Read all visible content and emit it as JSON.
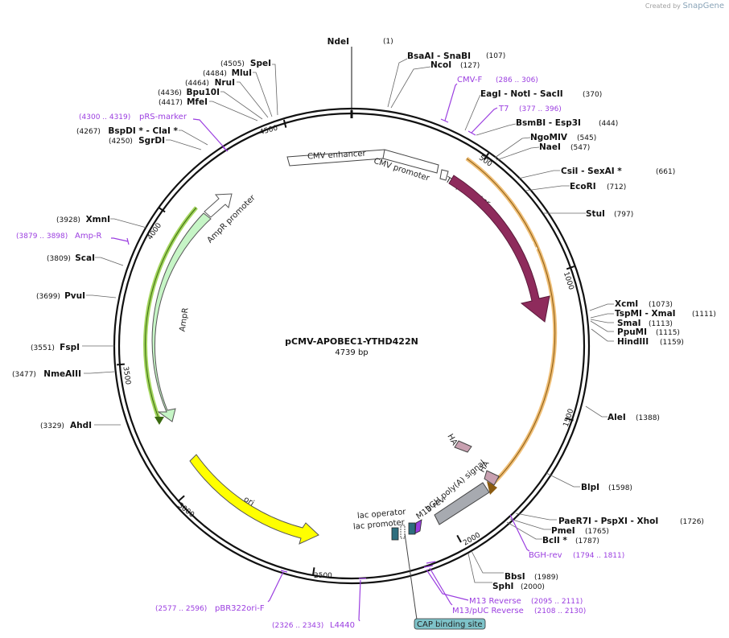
{
  "header": {
    "created_by": "Created by",
    "brand": "SnapGene"
  },
  "plasmid": {
    "name": "pCMV-APOBEC1-YTHD422N",
    "size_label": "4739 bp",
    "size": 4739
  },
  "ticks": [
    "500",
    "1000",
    "1500",
    "2000",
    "2500",
    "3000",
    "3500",
    "4000",
    "4500"
  ],
  "sites": [
    {
      "label": "NdeI",
      "pos": "(1)"
    },
    {
      "label": "BsaAI   - SnaBI",
      "pos": "(107)"
    },
    {
      "label": "NcoI",
      "pos": "(127)"
    },
    {
      "label": "EagI   - NotI   - SacII",
      "pos": "(370)"
    },
    {
      "label": "BsmBI   - Esp3I",
      "pos": "(444)"
    },
    {
      "label": "NgoMIV",
      "pos": "(545)"
    },
    {
      "label": "NaeI",
      "pos": "(547)"
    },
    {
      "label": "CsiI   - SexAI *",
      "pos": "(661)"
    },
    {
      "label": "EcoRI",
      "pos": "(712)"
    },
    {
      "label": "StuI",
      "pos": "(797)"
    },
    {
      "label": "XcmI",
      "pos": "(1073)"
    },
    {
      "label": "TspMI   - XmaI",
      "pos": "(1111)"
    },
    {
      "label": "SmaI",
      "pos": "(1113)"
    },
    {
      "label": "PpuMI",
      "pos": "(1115)"
    },
    {
      "label": "HindIII",
      "pos": "(1159)"
    },
    {
      "label": "AleI",
      "pos": "(1388)"
    },
    {
      "label": "BlpI",
      "pos": "(1598)"
    },
    {
      "label": "PaeR7I   - PspXI   - XhoI",
      "pos": "(1726)"
    },
    {
      "label": "PmeI",
      "pos": "(1765)"
    },
    {
      "label": "BclI *",
      "pos": "(1787)"
    },
    {
      "label": "BbsI",
      "pos": "(1989)"
    },
    {
      "label": "SphI",
      "pos": "(2000)"
    },
    {
      "label": "AhdI",
      "pos": "(3329)"
    },
    {
      "label": "NmeAIII",
      "pos": "(3477)"
    },
    {
      "label": "FspI",
      "pos": "(3551)"
    },
    {
      "label": "PvuI",
      "pos": "(3699)"
    },
    {
      "label": "ScaI",
      "pos": "(3809)"
    },
    {
      "label": "XmnI",
      "pos": "(3928)"
    },
    {
      "label": "SgrDI",
      "pos": "(4250)"
    },
    {
      "label": "BspDI *  - ClaI *",
      "pos": "(4267)"
    },
    {
      "label": "MfeI",
      "pos": "(4417)"
    },
    {
      "label": "Bpu10I",
      "pos": "(4436)"
    },
    {
      "label": "NruI",
      "pos": "(4464)"
    },
    {
      "label": "MluI",
      "pos": "(4484)"
    },
    {
      "label": "SpeI",
      "pos": "(4505)"
    }
  ],
  "primers": [
    {
      "label": "CMV-F",
      "range": "(286 .. 306)"
    },
    {
      "label": "T7",
      "range": "(377 .. 396)"
    },
    {
      "label": "BGH-rev",
      "range": "(1794 .. 1811)"
    },
    {
      "label": "M13 Reverse",
      "range": "(2095 .. 2111)"
    },
    {
      "label": "M13/pUC Reverse",
      "range": "(2108 .. 2130)"
    },
    {
      "label": "L4440",
      "range": "(2326 .. 2343)"
    },
    {
      "label": "pBR322ori-F",
      "range": "(2577 .. 2596)"
    },
    {
      "label": "Amp-R",
      "range": "(3879 .. 3898)"
    },
    {
      "label": "pRS-marker",
      "range": "(4300 .. 4319)"
    }
  ],
  "features": [
    {
      "label": "CMV enhancer"
    },
    {
      "label": "CMV promoter"
    },
    {
      "label": "T7 promoter"
    },
    {
      "label": "APOBEC-1"
    },
    {
      "label": "HA"
    },
    {
      "label": "HA"
    },
    {
      "label": "bGH poly(A) signal"
    },
    {
      "label": "M13 rev"
    },
    {
      "label": "lac operator"
    },
    {
      "label": "lac promoter"
    },
    {
      "label": "CAP binding site"
    },
    {
      "label": "ori"
    },
    {
      "label": "AmpR"
    },
    {
      "label": "AmpR promoter"
    }
  ],
  "colors": {
    "apobec": "#8e2b5c",
    "highlight": "#e8a33c",
    "ampr": "#c6f5c6",
    "ampr_highlight": "#4b8a1a",
    "ori": "#ffff00",
    "polya": "#a7aab0",
    "ha": "#c8a0b0",
    "primer": "#9b3ee0",
    "cap": "#7ec3c9"
  }
}
